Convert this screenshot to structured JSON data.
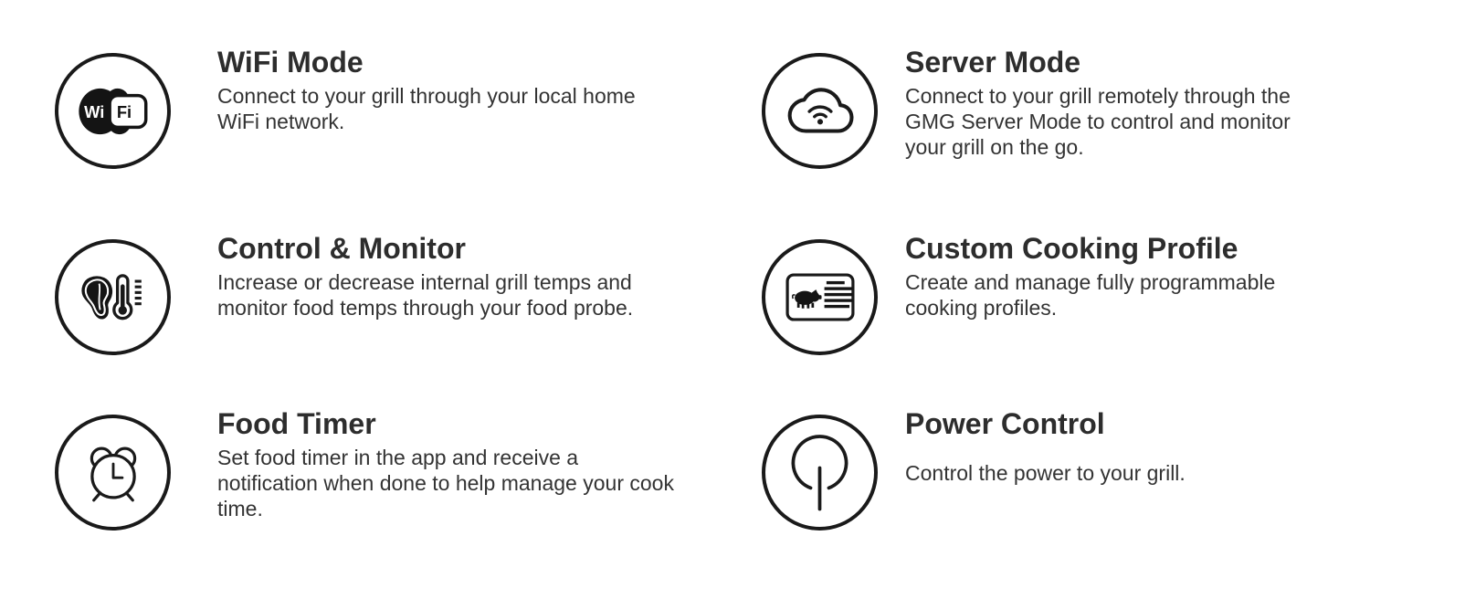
{
  "page": {
    "background": "#ffffff",
    "title_color": "#2d2d2d",
    "body_text_color": "#333333",
    "icon_color": "#1a1a1a"
  },
  "features": [
    {
      "id": "wifi-mode",
      "icon": "wifi-logo-icon",
      "icon_text": [
        "Wi",
        "Fi"
      ],
      "title": "WiFi Mode",
      "description": "Connect to your grill through your local home WiFi network."
    },
    {
      "id": "server-mode",
      "icon": "cloud-wifi-icon",
      "title": "Server Mode",
      "description": "Connect to your grill remotely through the GMG Server Mode to control and monitor your grill on the go."
    },
    {
      "id": "control-monitor",
      "icon": "steak-thermometer-icon",
      "title": "Control & Monitor",
      "description": "Increase or decrease internal grill temps and monitor food temps through your food probe."
    },
    {
      "id": "custom-cooking-profile",
      "icon": "cooking-profile-card-icon",
      "title": "Custom Cooking Profile",
      "description": "Create and manage fully programmable cooking profiles."
    },
    {
      "id": "food-timer",
      "icon": "alarm-clock-icon",
      "title": "Food Timer",
      "description": "Set food timer in the app and receive a notification when done to help manage your cook time."
    },
    {
      "id": "power-control",
      "icon": "power-symbol-icon",
      "title": "Power Control",
      "description": "Control the power to your grill."
    }
  ]
}
